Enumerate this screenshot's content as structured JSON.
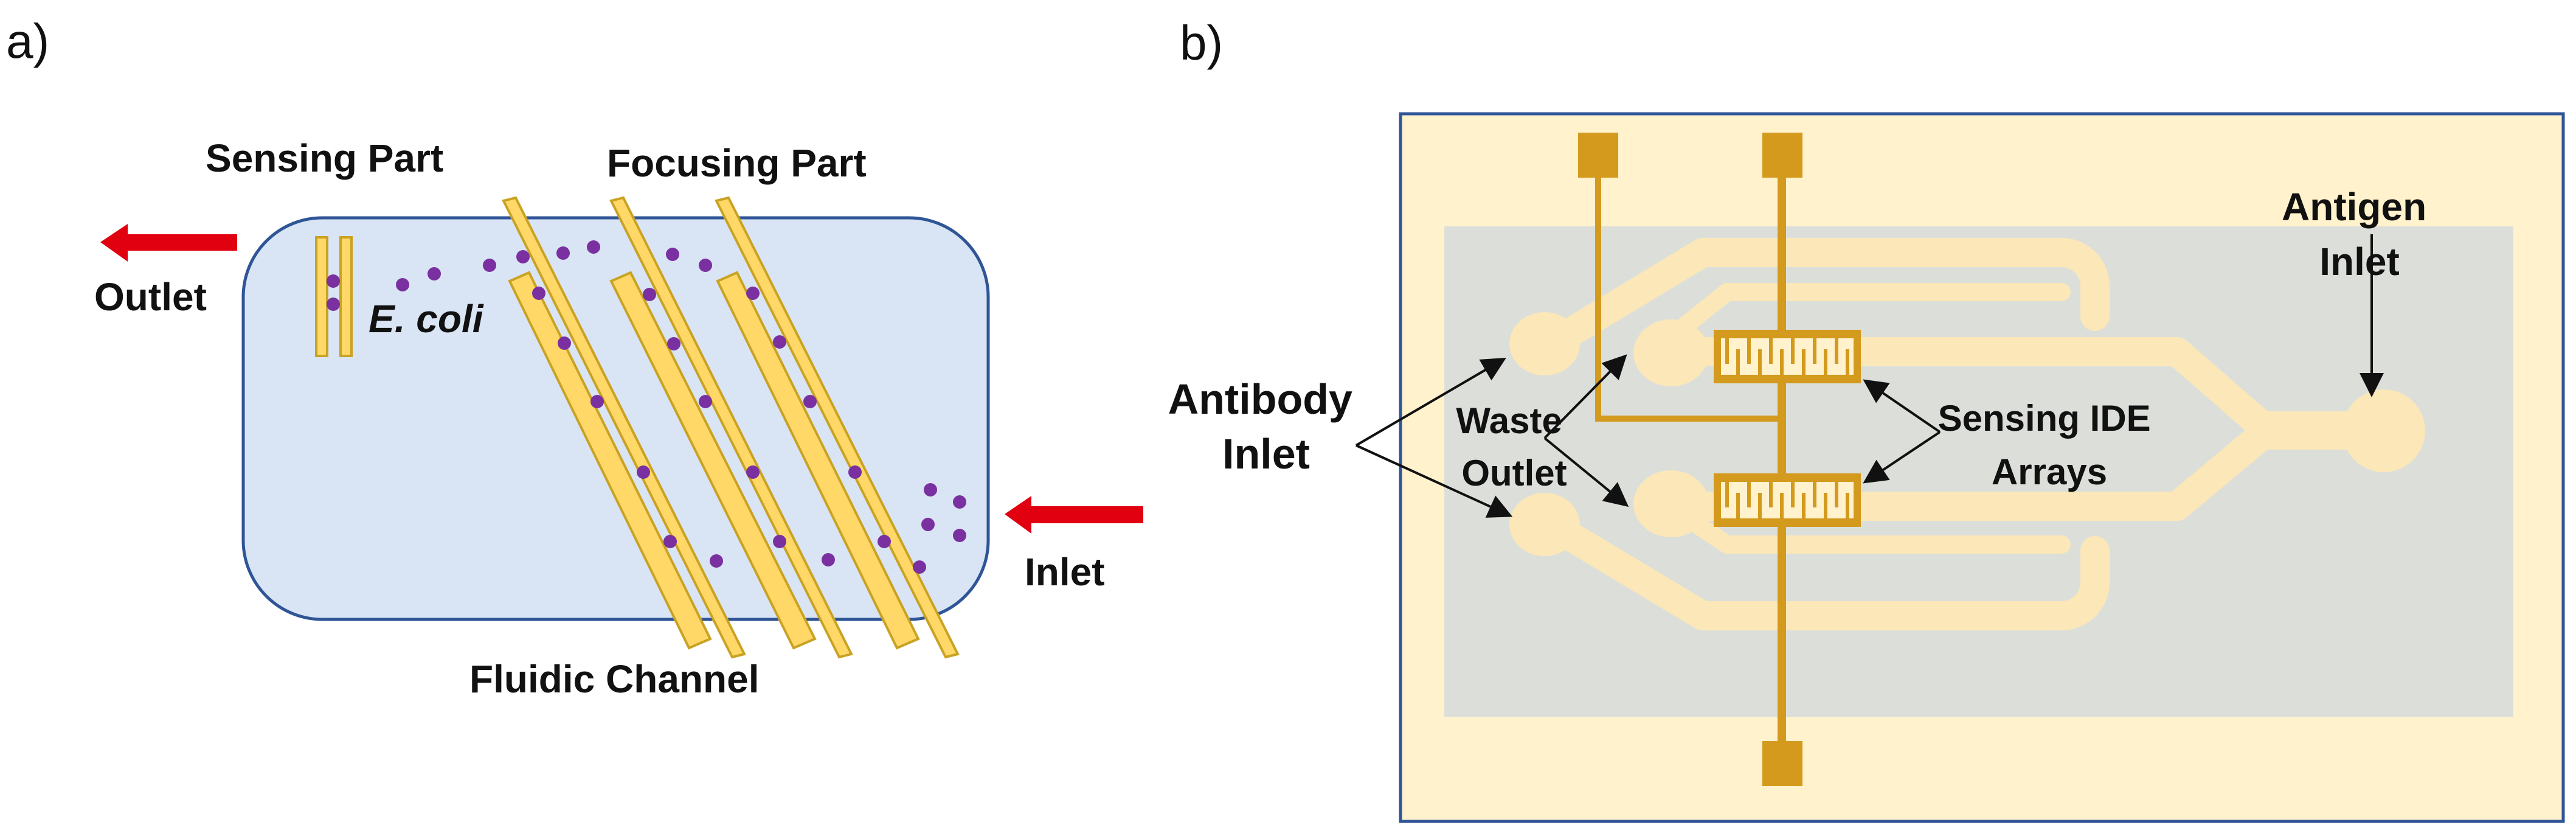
{
  "panel_a": {
    "letter": "a)",
    "sensing_part": "Sensing Part",
    "focusing_part": "Focusing Part",
    "outlet": "Outlet",
    "ecoli": "E. coli",
    "inlet": "Inlet",
    "fluidic_channel": "Fluidic Channel"
  },
  "panel_b": {
    "letter": "b)",
    "antigen_inlet": [
      "Antigen",
      "Inlet"
    ],
    "antibody_inlet": [
      "Antibody",
      "Inlet"
    ],
    "waste_outlet": [
      "Waste",
      "Outlet"
    ],
    "sensing_ide_arrays": [
      "Sensing IDE",
      "Arrays"
    ]
  },
  "colors": {
    "channel_fill": "#d9e5f4",
    "channel_stroke": "#2f5597",
    "electrode_fill": "#ffd867",
    "electrode_stroke": "#c9a224",
    "arrow_red": "#e0000f",
    "particle": "#7a30a0",
    "chip_bg": "#fff2cc",
    "chip_border": "#2f5597",
    "chip_substrate": "#dcdfd9",
    "channel_path": "#fbe7b8",
    "gold_trace": "#d49a1e"
  }
}
